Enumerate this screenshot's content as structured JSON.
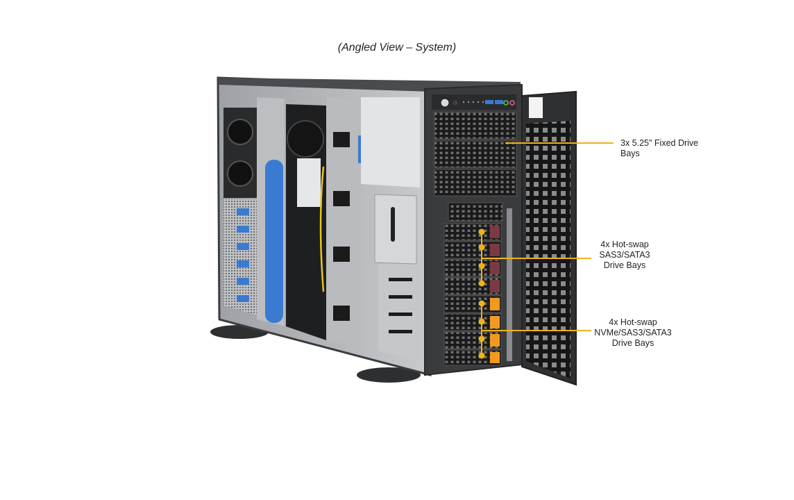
{
  "caption": "(Angled View – System)",
  "image": {
    "subject": "tower server chassis, side panel removed, front door open",
    "accent_color": "#f0b21a",
    "chassis_color": "#3a3b3d",
    "blue_part_color": "#3a7ad1",
    "hotswap_tray_nvme_color": "#f29a1f",
    "hotswap_tray_sata_color": "#7a3a44"
  },
  "callouts": [
    {
      "id": "fixed-bays",
      "lines": [
        "3x 5.25\" Fixed Drive",
        "Bays"
      ]
    },
    {
      "id": "sata-bays",
      "lines": [
        "4x Hot-swap",
        "SAS3/SATA3",
        "Drive Bays"
      ]
    },
    {
      "id": "nvme-bays",
      "lines": [
        "4x Hot-swap",
        "NVMe/SAS3/SATA3",
        "Drive Bays"
      ]
    }
  ],
  "front_panel": {
    "usb_ports": 2,
    "audio_jacks": [
      "green",
      "pink"
    ],
    "status_leds": 5
  }
}
